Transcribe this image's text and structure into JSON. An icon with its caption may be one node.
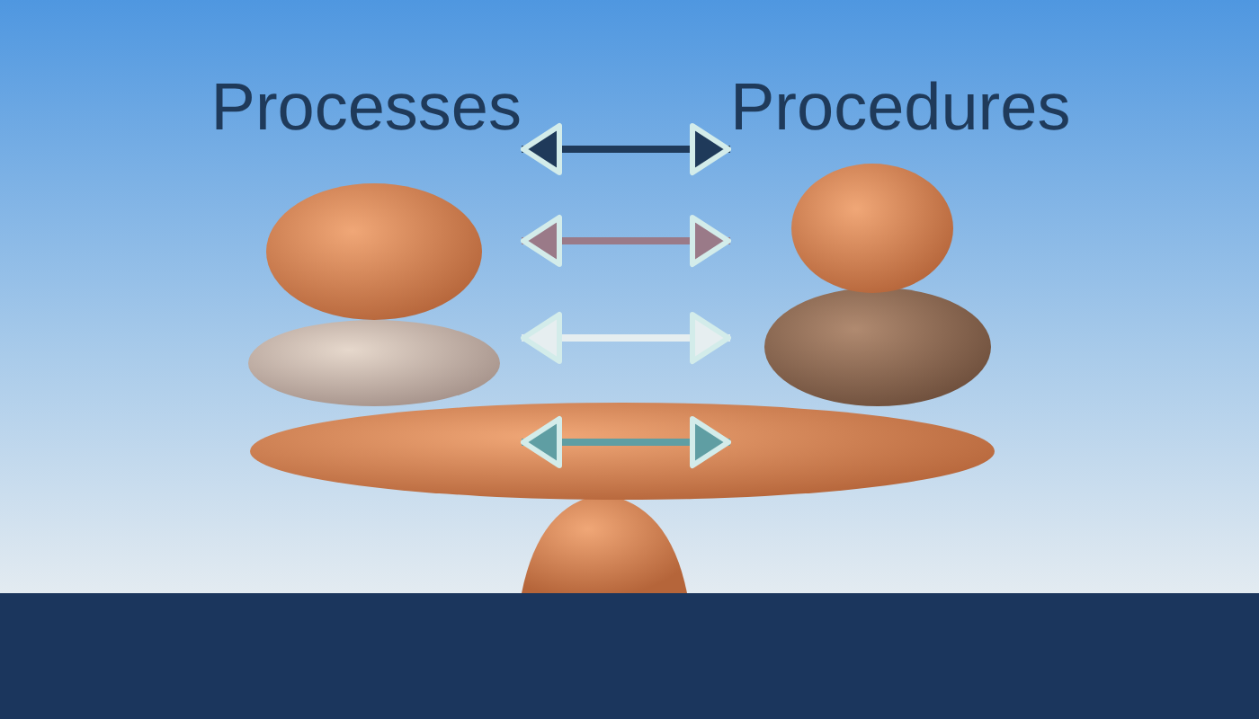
{
  "diagram": {
    "nodes": [
      {
        "text": [
          "Processes"
        ]
      },
      {
        "text": [
          "Procedures"
        ]
      }
    ],
    "edges": [
      {
        "from": 0,
        "to": 1,
        "arrow": "both",
        "color": "#1f3a5a"
      },
      {
        "from": 0,
        "to": 1,
        "arrow": "both",
        "color": "#9a7a88"
      },
      {
        "from": 0,
        "to": 1,
        "arrow": "both",
        "color": "#e6eef0"
      },
      {
        "from": 0,
        "to": 1,
        "arrow": "both",
        "color": "#5f9ea3"
      }
    ]
  }
}
